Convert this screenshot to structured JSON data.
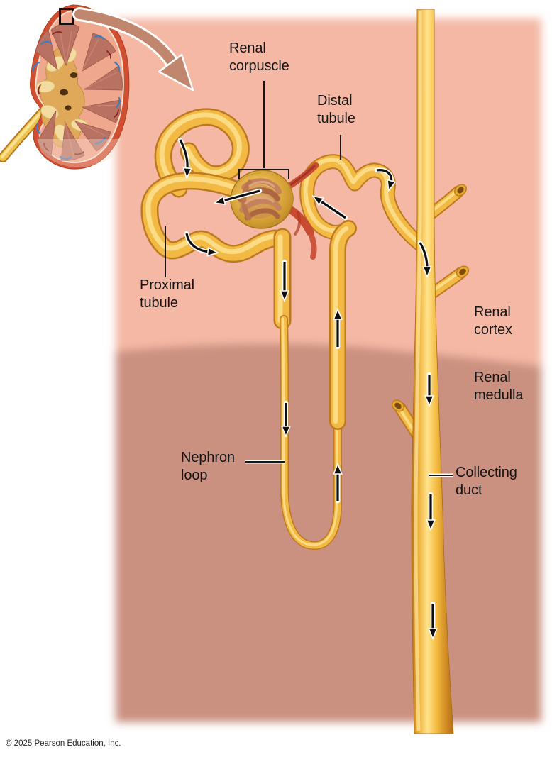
{
  "figure": {
    "title_context": "Nephron anatomy diagram",
    "labels": {
      "renal_corpuscle": "Renal\ncorpuscle",
      "distal_tubule": "Distal\ntubule",
      "proximal_tubule": "Proximal\ntubule",
      "renal_cortex": "Renal\ncortex",
      "renal_medulla": "Renal\nmedulla",
      "nephron_loop": "Nephron\nloop",
      "collecting_duct": "Collecting\nduct"
    },
    "copyright": "© 2025 Pearson Education, Inc.",
    "colors": {
      "cortex_background": "#f4b8a4",
      "medulla_background": "#ca9080",
      "tubule_body": "#f2ba44",
      "tubule_highlight": "#fde291",
      "tubule_shadow": "#bd7920",
      "vessel_red": "#c84b32",
      "kidney_capsule": "#d04f30",
      "kidney_cortex": "#efa78e",
      "pyramid": "#b97161",
      "sinus": "#dfa959",
      "sinus_fat": "#f2dc9f",
      "inset_arrow": "#c1876e",
      "label_text": "#141414"
    },
    "icons": {
      "flow_arrow": "black arrow with white outline showing filtrate flow",
      "zoom_region_box": "black rectangle marking magnified kidney region",
      "zoom_callout_arrow": "salmon arrow from kidney inset to nephron"
    }
  }
}
